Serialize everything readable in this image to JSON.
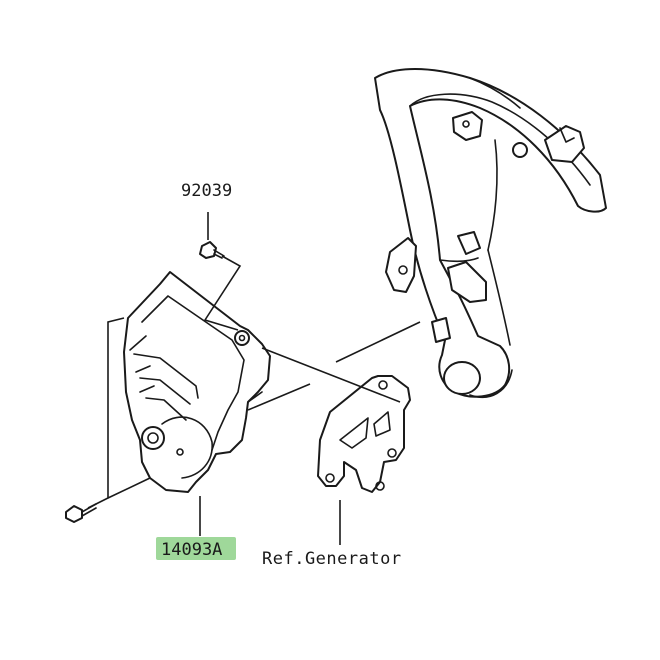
{
  "labels": {
    "bolt_top": "92039",
    "cover_part": "14093A",
    "ref_generator": "Ref.Generator"
  },
  "colors": {
    "highlight": "#9fd89a",
    "line": "#1a1a1a",
    "background": "#ffffff"
  }
}
